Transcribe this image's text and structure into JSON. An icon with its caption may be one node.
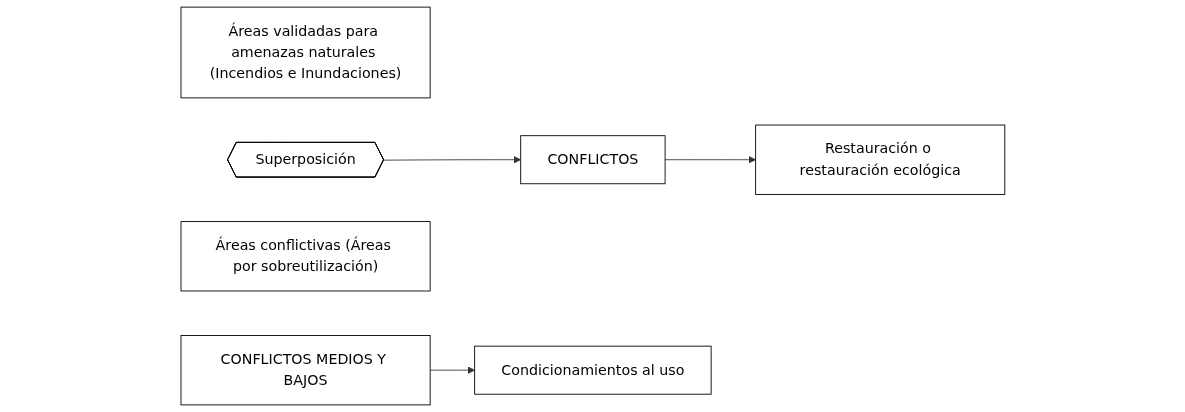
{
  "diagram": {
    "nodes": [
      {
        "text": [
          "Áreas validadas para amenazas naturales (Incendios e Inundaciones)"
        ]
      },
      {
        "text": [
          "Superposición"
        ]
      },
      {
        "text": [
          "Áreas conflictivas (Áreas por sobreutilización)"
        ]
      },
      {
        "text": [
          "CONFLICTOS"
        ]
      },
      {
        "text": [
          "CONFLICTOS MEDIOS Y BAJOS"
        ]
      },
      {
        "text": [
          "Restauración o restauración ecológica"
        ]
      },
      {
        "text": [
          "Condicionamientos al uso"
        ]
      }
    ],
    "edges": [
      {
        "from": 1,
        "to": 3,
        "arrow": "to"
      },
      {
        "from": 3,
        "to": 5,
        "arrow": "to"
      },
      {
        "from": 4,
        "to": 6,
        "arrow": "to"
      }
    ]
  }
}
